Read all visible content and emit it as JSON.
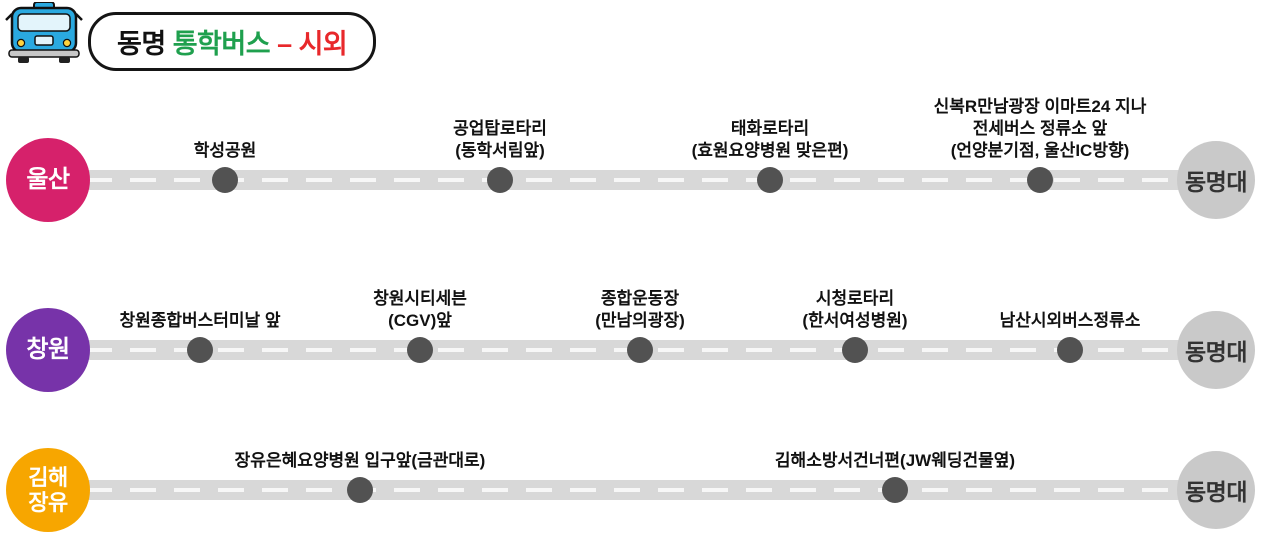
{
  "header": {
    "title": {
      "prefix": "동명 ",
      "highlight": "통학버스",
      "suffix": " – 시외"
    },
    "colors": {
      "highlight": "#1fa04e",
      "suffix": "#e8282b"
    }
  },
  "routes": [
    {
      "name": "울산",
      "color": "#d6216b",
      "terminal": "동명대",
      "stops": [
        {
          "label": "학성공원"
        },
        {
          "label": "공업탑로타리\n(동학서림앞)"
        },
        {
          "label": "태화로타리\n(효원요양병원 맞은편)"
        },
        {
          "label": "신복R만남광장 이마트24 지나\n전세버스 정류소 앞\n(언양분기점, 울산IC방향)"
        }
      ]
    },
    {
      "name": "창원",
      "color": "#7733a9",
      "terminal": "동명대",
      "stops": [
        {
          "label": "창원종합버스터미날 앞"
        },
        {
          "label": "창원시티세븐\n(CGV)앞"
        },
        {
          "label": "종합운동장\n(만남의광장)"
        },
        {
          "label": "시청로타리\n(한서여성병원)"
        },
        {
          "label": "남산시외버스정류소"
        }
      ]
    },
    {
      "name": "김해\n장유",
      "color": "#f7a600",
      "terminal": "동명대",
      "stops": [
        {
          "label": "장유은혜요양병원 입구앞(금관대로)"
        },
        {
          "label": "김해소방서건너편(JW웨딩건물옆)"
        }
      ]
    }
  ]
}
